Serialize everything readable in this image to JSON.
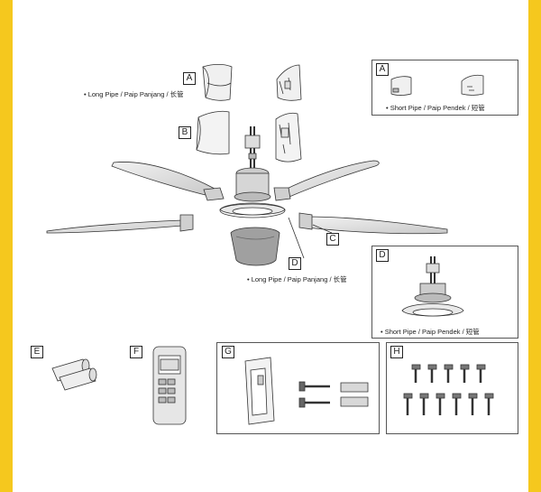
{
  "labels": {
    "a": "A",
    "b": "B",
    "c": "C",
    "d": "D",
    "e": "E",
    "f": "F",
    "g": "G",
    "h": "H",
    "a_inset": "A",
    "d_inset": "D"
  },
  "captions": {
    "long_pipe_a": "• Long Pipe / Paip Panjang / 长管",
    "short_pipe_a": "• Short Pipe / Paip Pendek / 短管",
    "long_pipe_d": "• Long Pipe / Paip Panjang / 长管",
    "short_pipe_d": "• Short Pipe / Paip Pendek / 短管"
  },
  "colors": {
    "stripe": "#f5c81e",
    "line": "#333333",
    "part_fill": "#e6e6e6",
    "dark_fill": "#9a9a9a"
  }
}
